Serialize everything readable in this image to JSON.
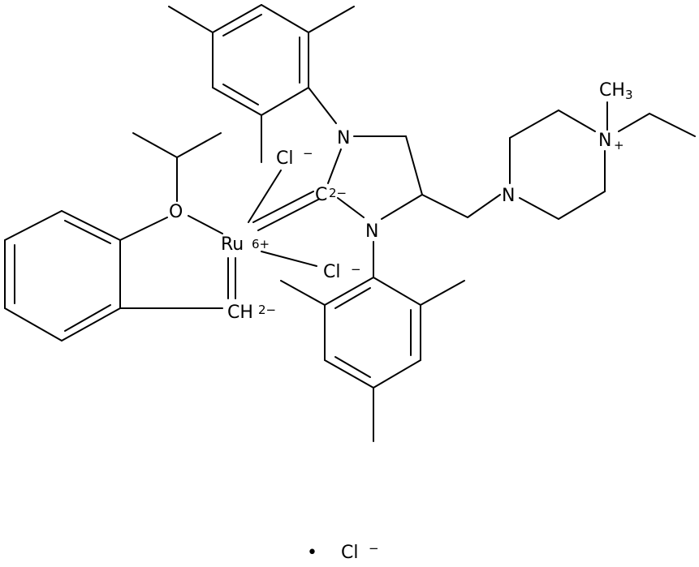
{
  "atoms": {
    "n_top": "N",
    "n_bottom": "N",
    "n_piperazine": "N",
    "n_quaternary": "N",
    "n_quaternary_charge": "+",
    "methyl_ch": "CH",
    "methyl_sub": "3",
    "carbene_c": "C",
    "carbene_charge": "2−",
    "ruthenium": "Ru",
    "ruthenium_charge": "6+",
    "oxygen": "O",
    "benzylidene_ch": "CH",
    "benzylidene_charge": "2−",
    "chloride_1": "Cl",
    "chloride_1_charge": "−",
    "chloride_2": "Cl",
    "chloride_2_charge": "−"
  },
  "counterion": {
    "bullet": "•",
    "label": "Cl",
    "charge": "−"
  }
}
